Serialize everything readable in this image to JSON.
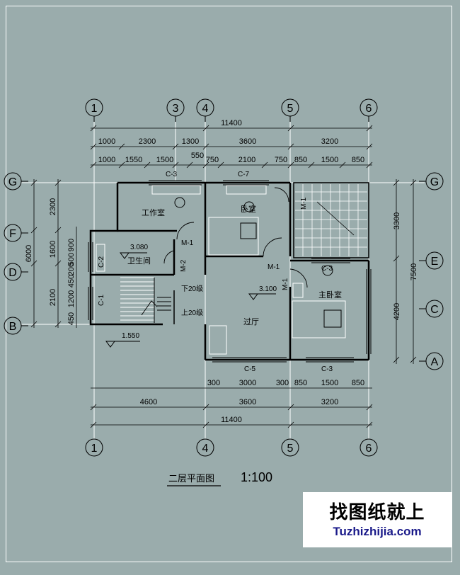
{
  "drawing": {
    "title": "二层平面图",
    "scale": "1:100"
  },
  "axes": {
    "top": [
      "1",
      "3",
      "4",
      "5",
      "6"
    ],
    "bottom": [
      "1",
      "4",
      "5",
      "6"
    ],
    "left": [
      "G",
      "F",
      "D",
      "B"
    ],
    "right": [
      "G",
      "E",
      "C",
      "A"
    ]
  },
  "dimensions": {
    "top_total": "11400",
    "top_row1": [
      "1000",
      "2300",
      "1300",
      "3600",
      "3200"
    ],
    "top_row2": [
      "1000",
      "1550",
      "1500",
      "550",
      "750",
      "2100",
      "750",
      "850",
      "1500",
      "850"
    ],
    "bottom_row1": [
      "300",
      "3000",
      "300",
      "850",
      "1500",
      "850"
    ],
    "bottom_row2": [
      "4600",
      "3600",
      "3200"
    ],
    "bottom_total": "11400",
    "left_total": "6000",
    "left_parts": [
      "2300",
      "1600",
      "2100"
    ],
    "left_fine": [
      "900",
      "500",
      "200",
      "450",
      "1200",
      "450"
    ],
    "right_parts": [
      "3300",
      "4200"
    ],
    "right_total": "7500"
  },
  "rooms": {
    "study": "工作室",
    "bedroom": "卧室",
    "bathroom": "卫生间",
    "hall": "过厅",
    "master_bedroom": "主卧室"
  },
  "elevations": {
    "bathroom": "3.080",
    "hall": "3.100",
    "stair_landing": "1.550"
  },
  "stairs": {
    "down": "下20级",
    "up": "上20级"
  },
  "openings": {
    "c3_top": "C-3",
    "c7_top": "C-7",
    "c3_master": "C-3",
    "c5_bottom": "C-5",
    "c3_bottom": "C-3",
    "c2_left": "C-2",
    "c1_left": "C-1",
    "m1_study": "M-1",
    "m2_bath": "M-2",
    "m1_bedroom": "M-1",
    "m1_master": "M-1",
    "m1_terrace": "M-1"
  },
  "watermark": {
    "cn": "找图纸就上",
    "en": "Tuzhizhijia.com"
  },
  "colors": {
    "background": "#9aacac",
    "line": "#000000",
    "grid_line": "#ffffff",
    "watermark_en": "#1a1a8a"
  }
}
